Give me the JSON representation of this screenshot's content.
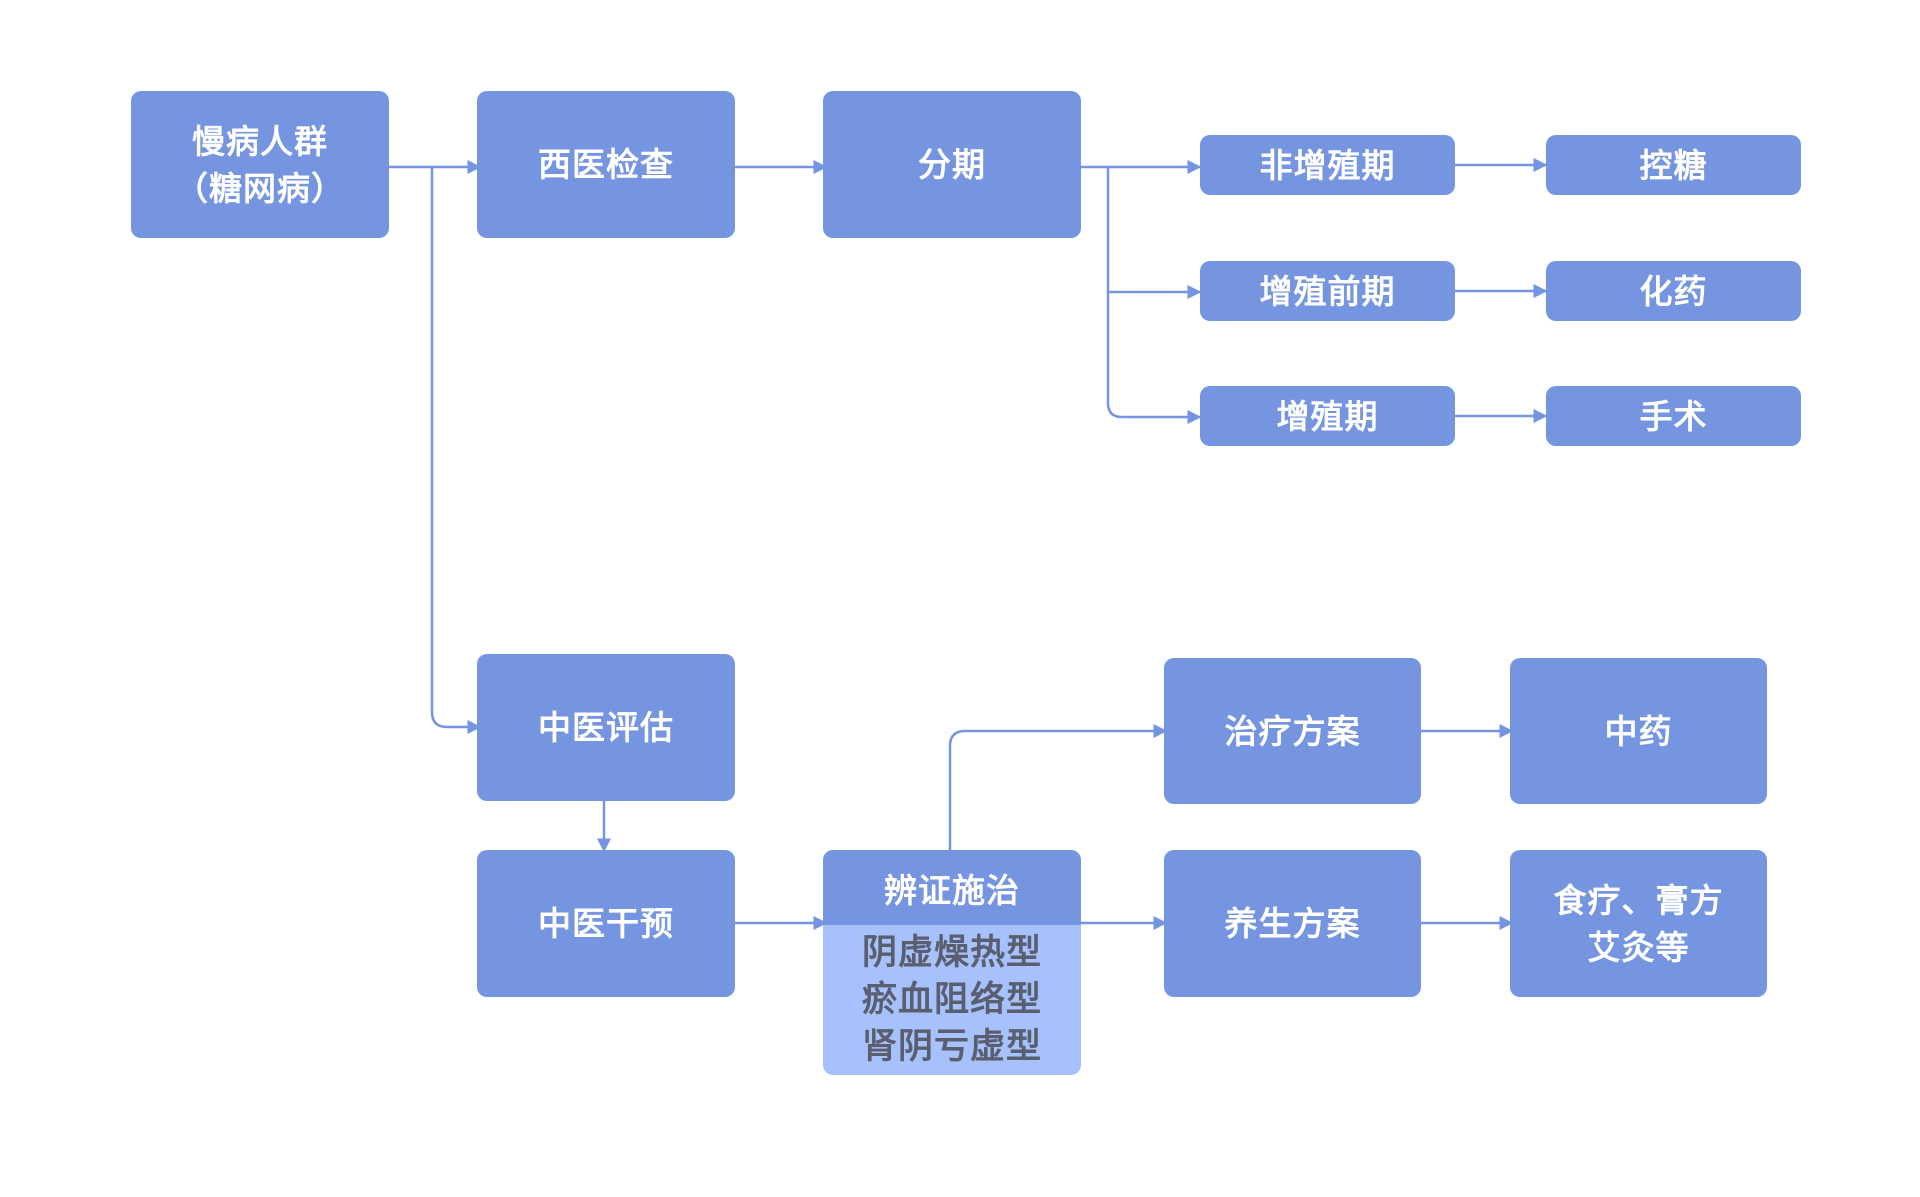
{
  "colors": {
    "node_fill": "#7595e0",
    "node_text": "#ffffff",
    "syndrome_fill": "#a6c1fb",
    "syndrome_text": "#595f6e",
    "connector": "#7595e0"
  },
  "diagram": {
    "root": {
      "label": "慢病人群\n（糖网病）"
    },
    "western": {
      "exam": {
        "label": "西医检查"
      },
      "staging": {
        "label": "分期"
      },
      "stages": [
        {
          "label": "非增殖期",
          "treatment": "控糖"
        },
        {
          "label": "增殖前期",
          "treatment": "化药"
        },
        {
          "label": "增殖期",
          "treatment": "手术"
        }
      ]
    },
    "tcm": {
      "assessment": {
        "label": "中医评估"
      },
      "intervention": {
        "label": "中医干预"
      },
      "differentiation": {
        "title": "辨证施治",
        "types": [
          "阴虚燥热型",
          "瘀血阻络型",
          "肾阴亏虚型"
        ]
      },
      "plans": [
        {
          "label": "治疗方案",
          "result": "中药"
        },
        {
          "label": "养生方案",
          "result": "食疗、膏方\n艾灸等"
        }
      ]
    }
  }
}
